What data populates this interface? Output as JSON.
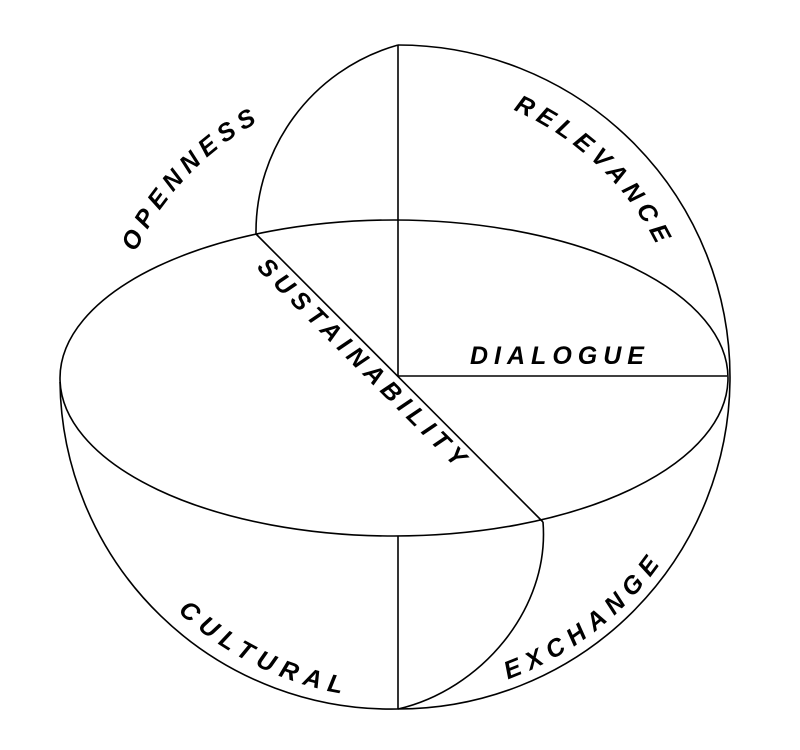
{
  "diagram": {
    "labels": {
      "openness": "OPENNESS",
      "relevance": "RELEVANCE",
      "dialogue": "DIALOGUE",
      "sustainability": "SUSTAINABILITY",
      "exchange": "EXCHANGE",
      "cultural": "CULTURAL"
    },
    "colors": {
      "stroke": "#000000",
      "background": "#ffffff"
    }
  }
}
